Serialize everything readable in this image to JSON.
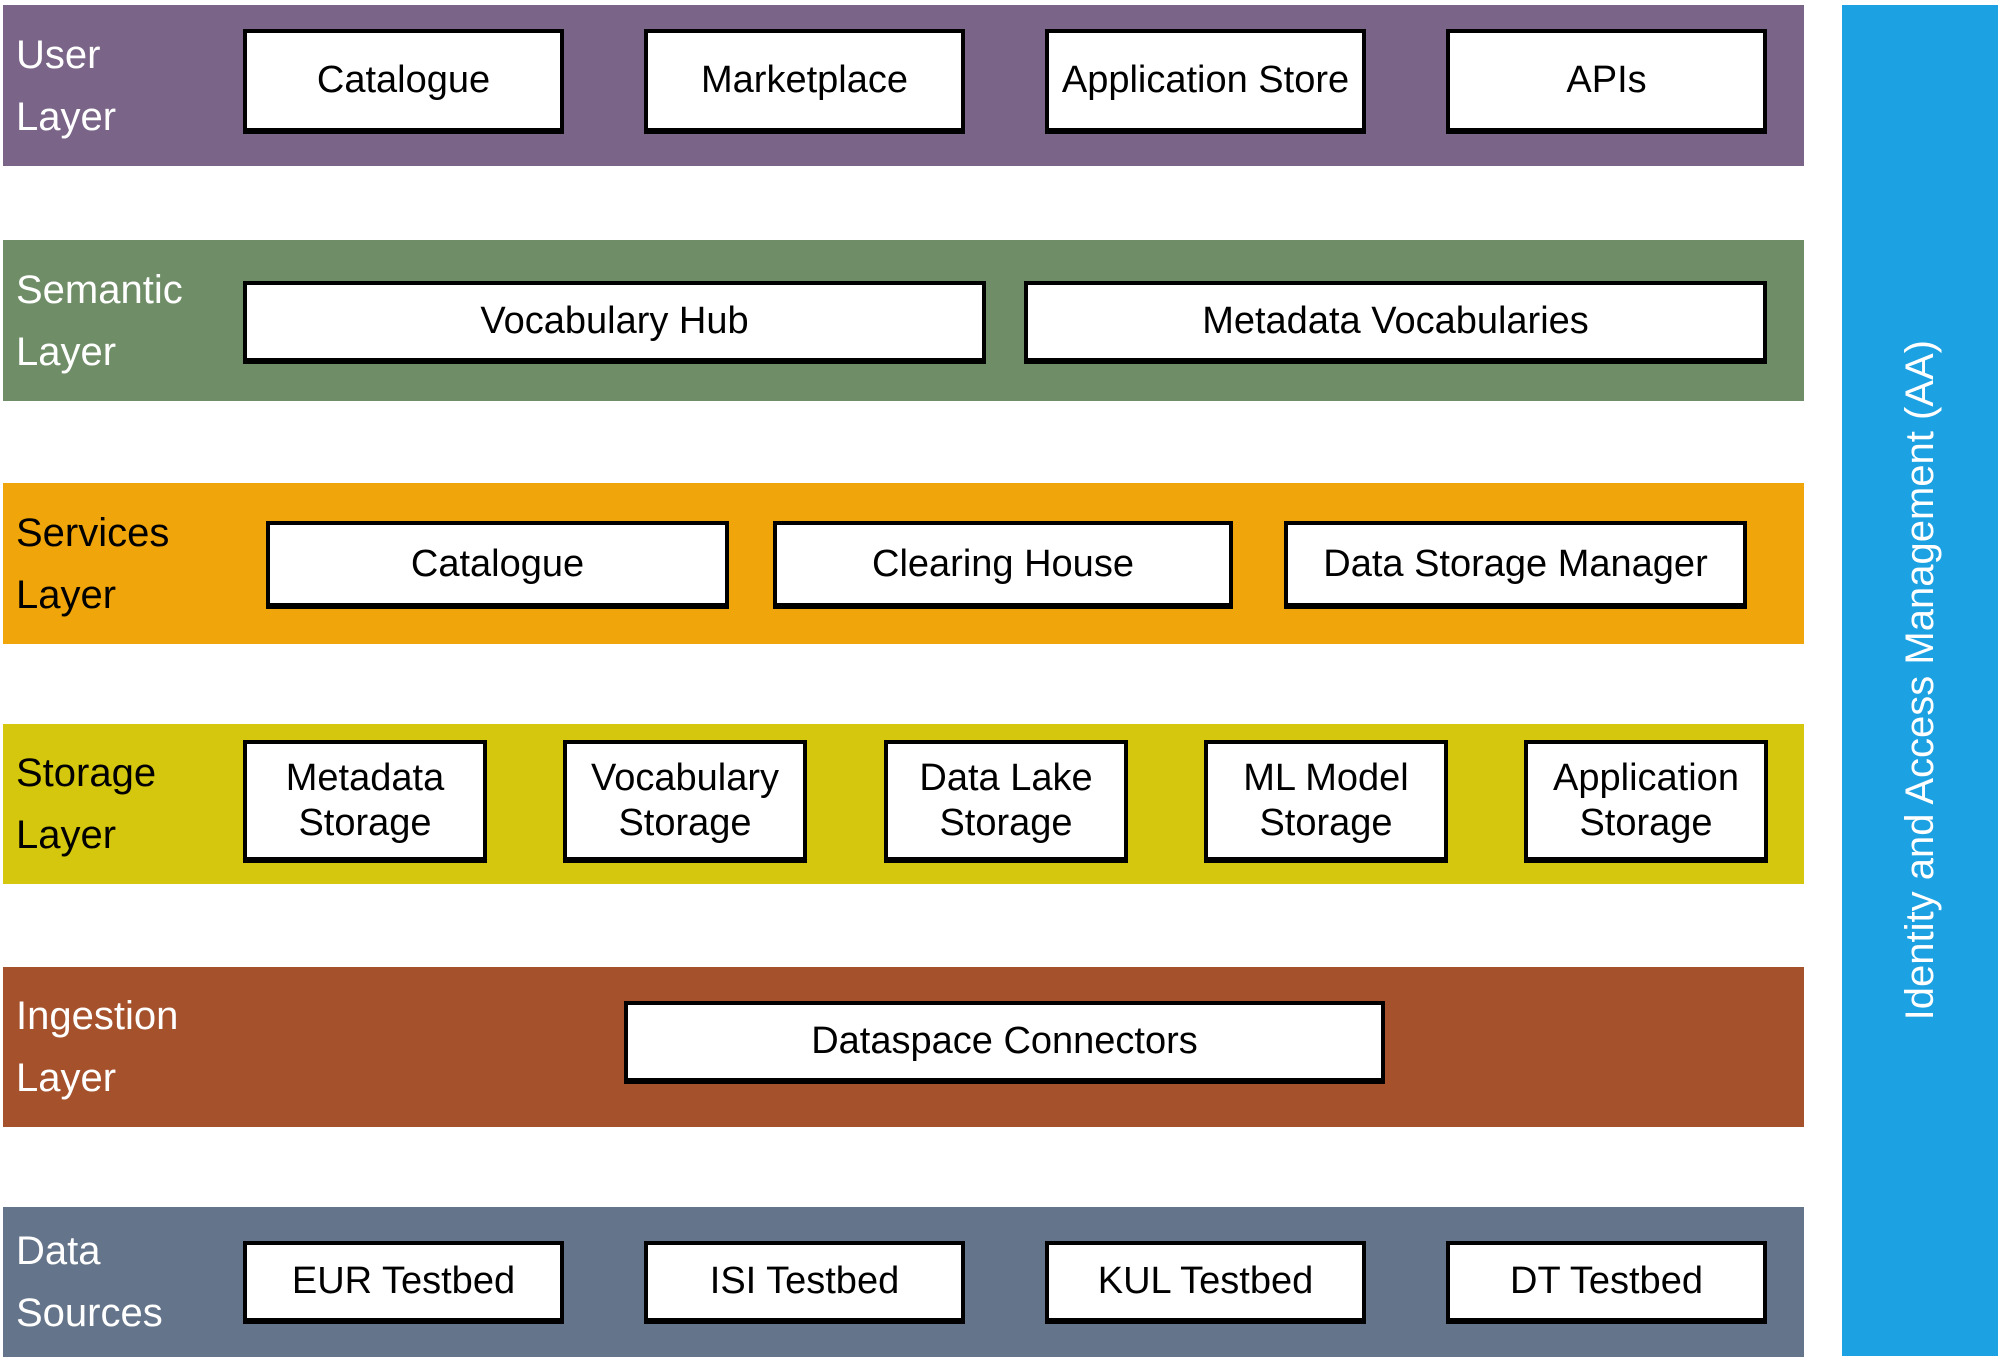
{
  "layers": [
    {
      "name": "User Layer",
      "band_color": "#7A6487",
      "label_color": "#FFFFFF",
      "boxes": [
        "Catalogue",
        "Marketplace",
        "Application Store",
        "APIs"
      ]
    },
    {
      "name": "Semantic Layer",
      "band_color": "#6F8D67",
      "label_color": "#FFFFFF",
      "boxes": [
        "Vocabulary Hub",
        "Metadata Vocabularies"
      ]
    },
    {
      "name": "Services Layer",
      "band_color": "#F0A50A",
      "label_color": "#000000",
      "boxes": [
        "Catalogue",
        "Clearing House",
        "Data Storage Manager"
      ]
    },
    {
      "name": "Storage Layer",
      "band_color": "#D5C70D",
      "label_color": "#000000",
      "boxes": [
        "Metadata Storage",
        "Vocabulary Storage",
        "Data Lake Storage",
        "ML Model Storage",
        "Application Storage"
      ]
    },
    {
      "name": "Ingestion Layer",
      "band_color": "#A4512C",
      "label_color": "#FFFFFF",
      "boxes": [
        "Dataspace Connectors"
      ]
    },
    {
      "name": "Data Sources",
      "band_color": "#64748A",
      "label_color": "#FFFFFF",
      "boxes": [
        "EUR Testbed",
        "ISI Testbed",
        "KUL Testbed",
        "DT Testbed"
      ]
    }
  ],
  "node_style": {
    "fill": "#FFFFFF",
    "border": "#000000",
    "text_color": "#000000"
  },
  "sidebar": {
    "label": "Identity and Access Management (AA)",
    "color": "#1CA1E2",
    "text_color": "#FFFFFF"
  }
}
